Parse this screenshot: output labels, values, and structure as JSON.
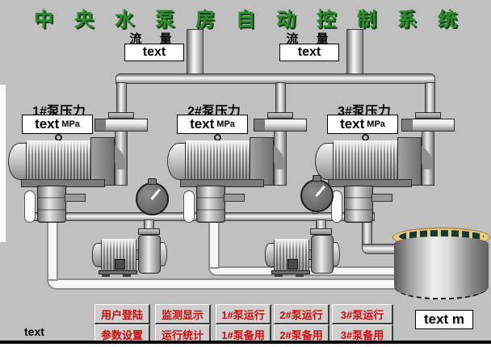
{
  "title": "中央水泵房自动控制系统",
  "colors": {
    "background": "#c0c0c0",
    "title_green": "#2e8b2e",
    "button_text_red": "#d00a0a",
    "tank_rim_tan": "#e8c87c",
    "tank_rail_teal": "#0e3a3a",
    "pipe_silver": "#e6e6e6"
  },
  "flow_meters": [
    {
      "label": "流 量",
      "value": "text"
    },
    {
      "label": "流 量",
      "value": "text"
    }
  ],
  "pump_pressures": [
    {
      "label": "1#泵压力",
      "value": "text",
      "unit": "MPa"
    },
    {
      "label": "2#泵压力",
      "value": "text",
      "unit": "MPa"
    },
    {
      "label": "3#泵压力",
      "value": "text",
      "unit": "MPa"
    }
  ],
  "tank": {
    "level_value": "text m"
  },
  "buttons": {
    "row1": [
      {
        "label": "用户登陆"
      },
      {
        "label": "监测显示"
      },
      {
        "label": "1#泵运行"
      },
      {
        "label": "2#泵运行"
      },
      {
        "label": "3#泵运行"
      }
    ],
    "row2": [
      {
        "label": "参数设置"
      },
      {
        "label": "运行统计"
      },
      {
        "label": "1#泵备用"
      },
      {
        "label": "2#泵备用"
      },
      {
        "label": "3#泵备用"
      }
    ]
  },
  "status_text": "text"
}
